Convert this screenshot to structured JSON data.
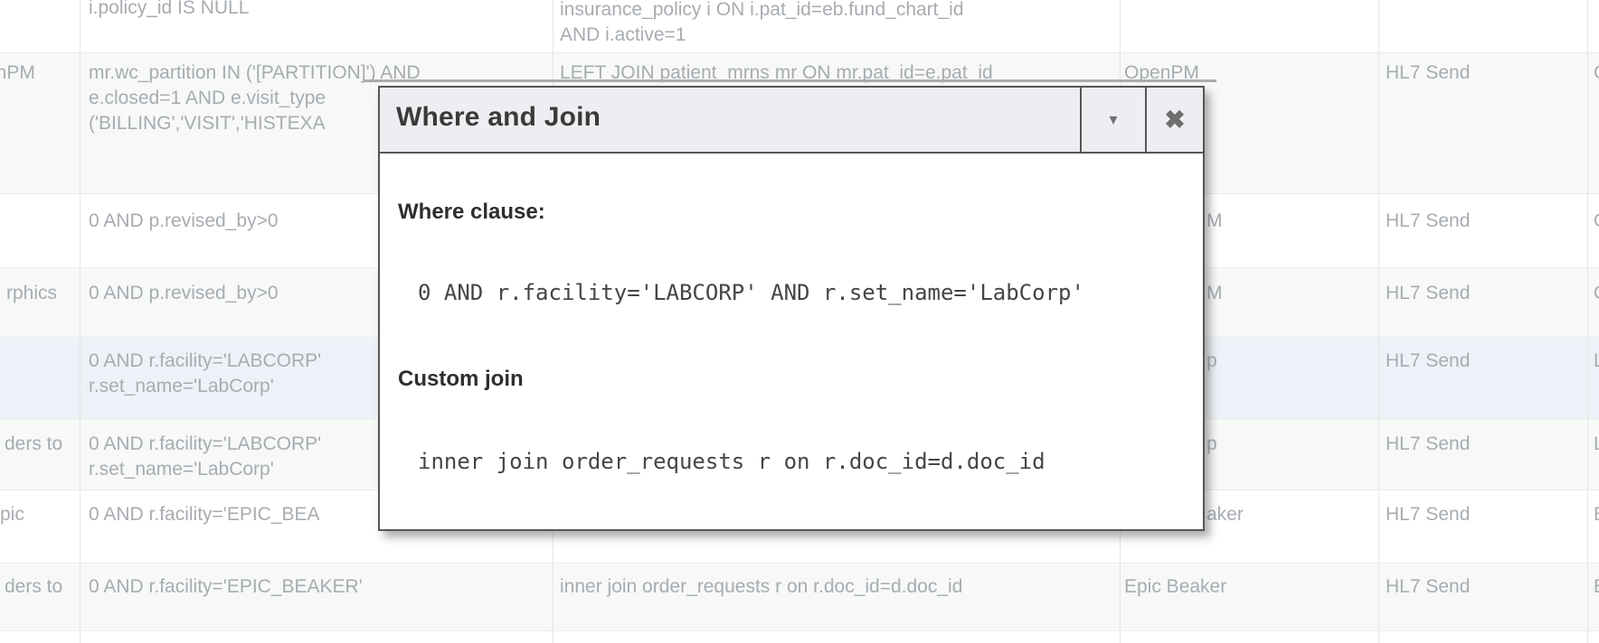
{
  "dialog": {
    "title": "Where and Join",
    "collapse_icon": "▾",
    "close_icon": "✖",
    "sections": [
      {
        "label": "Where clause:",
        "code": "0 AND r.facility='LABCORP' AND r.set_name='LabCorp'"
      },
      {
        "label": "Custom join",
        "code": "inner join order_requests r on r.doc_id=d.doc_id"
      }
    ]
  },
  "table": {
    "rows": [
      {
        "c2": "i.policy_id IS NULL",
        "c3": "insurance_policy i ON i.pat_id=eb.fund_chart_id\nAND i.active=1"
      },
      {
        "c1": "enPM",
        "c2": "mr.wc_partition IN ('[PARTITION]') AND\ne.closed=1 AND e.visit_type\n('BILLING','VISIT','HISTEXA",
        "c3": "LEFT JOIN patient_mrns mr ON mr.pat_id=e.pat_id",
        "c4": "OpenPM",
        "c5": "HL7 Send",
        "c6": "O"
      },
      {
        "c2": "0 AND p.revised_by>0",
        "c4": "M",
        "c5": "HL7 Send",
        "c6": "O"
      },
      {
        "c1": "rphics",
        "c2": "0 AND p.revised_by>0",
        "c4": "M",
        "c5": "HL7 Send",
        "c6": "O"
      },
      {
        "c2": "0 AND r.facility='LABCORP'\nr.set_name='LabCorp'",
        "c4": "p",
        "c5": "HL7 Send",
        "c6": "L",
        "selected": true
      },
      {
        "c1": "ders to",
        "c2": "0 AND r.facility='LABCORP'\nr.set_name='LabCorp'",
        "c4": "p",
        "c5": "HL7 Send",
        "c6": "L"
      },
      {
        "c1": "pic",
        "c2": "0 AND r.facility='EPIC_BEA",
        "c4": "aker",
        "c5": "HL7 Send",
        "c6": "E"
      },
      {
        "c1": "ders to",
        "c2": "0 AND r.facility='EPIC_BEAKER'",
        "c3": "inner join order_requests r on r.doc_id=d.doc_id",
        "c4": "Epic Beaker",
        "c5": "HL7 Send",
        "c6": "E"
      }
    ]
  },
  "colors": {
    "selected_row": "#ecf2f8",
    "alt_row": "#f7f8f8",
    "table_text": "#a7acb1",
    "dialog_border": "#565656",
    "titlebar_bg": "#eeeef2",
    "code_text": "#454545"
  }
}
